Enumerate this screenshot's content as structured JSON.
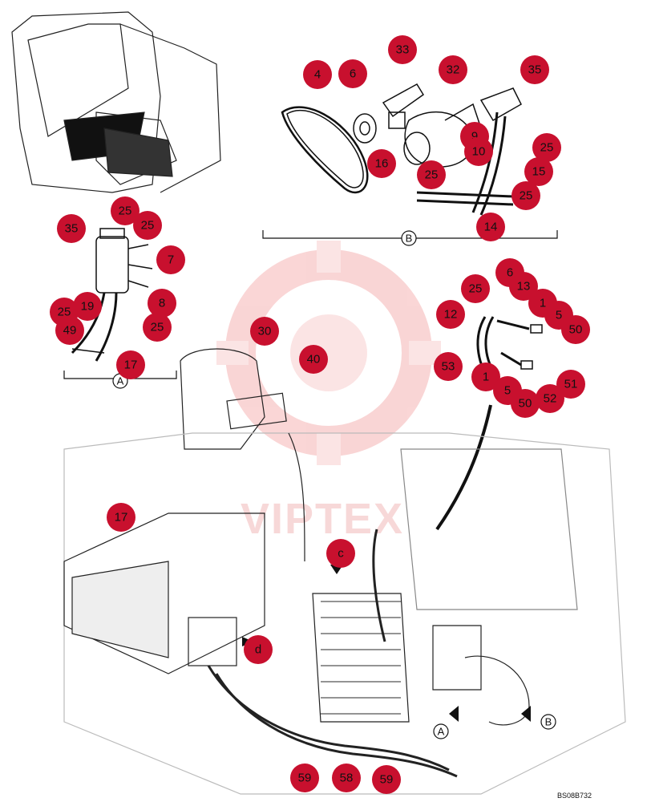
{
  "drawing_code": "BS08B732",
  "watermark_text": "VIPTEX",
  "callout_color": "#c8102e",
  "sections": {
    "a": "A",
    "b": "B"
  },
  "view_letters": {
    "c": "c",
    "d": "d"
  },
  "callouts": {
    "top": [
      "4",
      "6",
      "33",
      "32",
      "35",
      "16",
      "9",
      "10",
      "25",
      "25",
      "15",
      "25",
      "14"
    ],
    "left": [
      "25",
      "25",
      "35",
      "7",
      "8",
      "25",
      "19",
      "49",
      "25",
      "17"
    ],
    "right": [
      "6",
      "25",
      "13",
      "1",
      "12",
      "5",
      "50",
      "53",
      "1",
      "5",
      "50",
      "52",
      "51"
    ],
    "main": [
      "30",
      "40",
      "17",
      "59",
      "58",
      "59"
    ]
  }
}
